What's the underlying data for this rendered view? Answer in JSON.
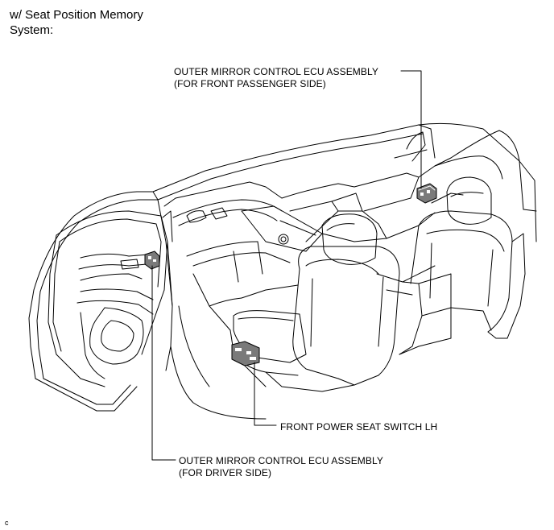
{
  "header": {
    "line1": "w/ Seat Position Memory",
    "line2": "System:"
  },
  "callouts": {
    "passenger_ecu": {
      "line1": "OUTER MIRROR CONTROL ECU ASSEMBLY",
      "line2": "(FOR FRONT PASSENGER SIDE)"
    },
    "seat_switch": {
      "line1": "FRONT POWER SEAT SWITCH LH"
    },
    "driver_ecu": {
      "line1": "OUTER MIRROR CONTROL ECU ASSEMBLY",
      "line2": "(FOR DRIVER SIDE)"
    }
  },
  "figure_code": "c",
  "colors": {
    "line": "#000000",
    "part_fill": "#7a7a7a",
    "background": "#ffffff"
  }
}
